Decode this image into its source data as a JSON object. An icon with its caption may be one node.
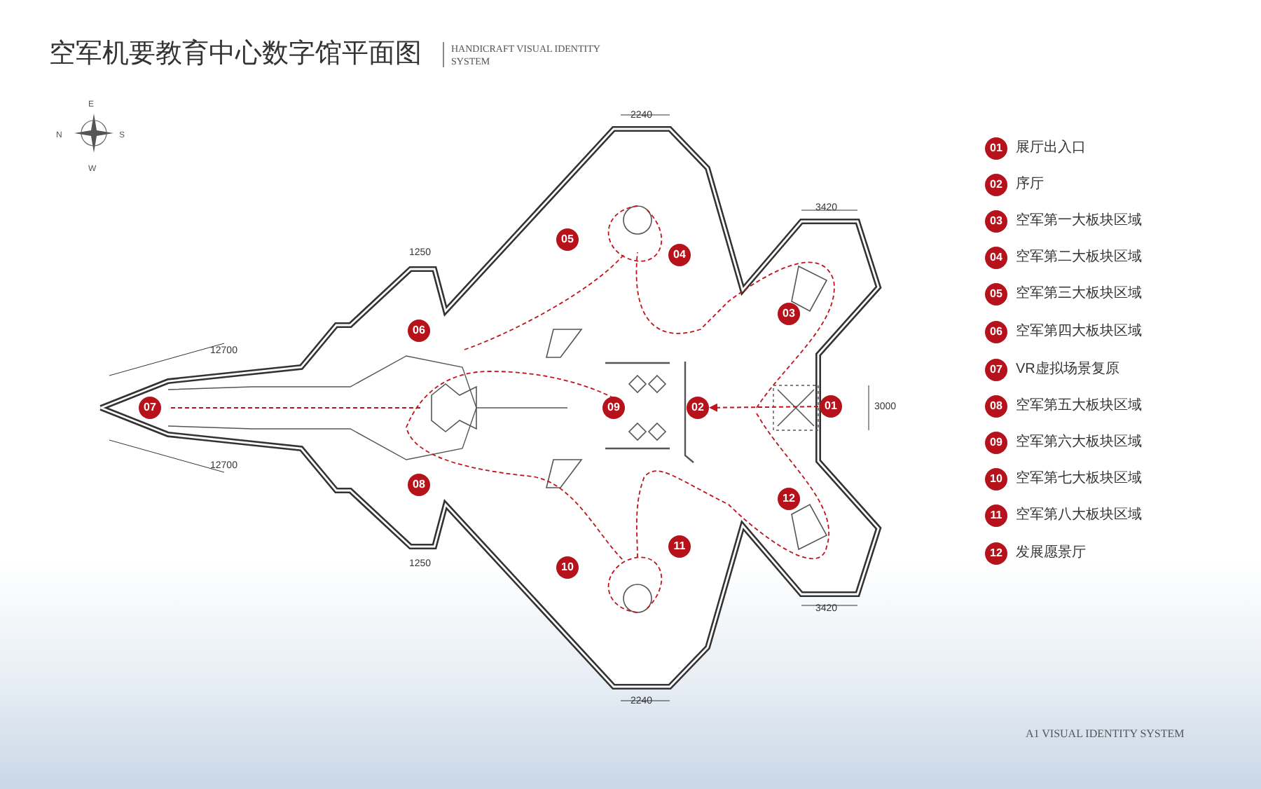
{
  "diagram": {
    "title": "空军机要教育中心数字馆平面图",
    "nodes": [
      {
        "text": [
          "01"
        ]
      },
      {
        "text": [
          "02"
        ]
      },
      {
        "text": [
          "03"
        ]
      },
      {
        "text": [
          "04"
        ]
      },
      {
        "text": [
          "05"
        ]
      },
      {
        "text": [
          "06"
        ]
      },
      {
        "text": [
          "07"
        ]
      },
      {
        "text": [
          "08"
        ]
      },
      {
        "text": [
          "09"
        ]
      },
      {
        "text": [
          "10"
        ]
      },
      {
        "text": [
          "11"
        ]
      },
      {
        "text": [
          "12"
        ]
      },
      {
        "text": [
          "01"
        ],
        "beside": [
          "展厅出入口"
        ]
      },
      {
        "text": [
          "02"
        ],
        "beside": [
          "序厅"
        ]
      },
      {
        "text": [
          "03"
        ],
        "beside": [
          "空军第一大板块区域"
        ]
      },
      {
        "text": [
          "04"
        ],
        "beside": [
          "空军第二大板块区域"
        ]
      },
      {
        "text": [
          "05"
        ],
        "beside": [
          "空军第三大板块区域"
        ]
      },
      {
        "text": [
          "06"
        ],
        "beside": [
          "空军第四大板块区域"
        ]
      },
      {
        "text": [
          "07"
        ],
        "beside": [
          "VR虚拟场景复原"
        ]
      },
      {
        "text": [
          "08"
        ],
        "beside": [
          "空军第五大板块区域"
        ]
      },
      {
        "text": [
          "09"
        ],
        "beside": [
          "空军第六大板块区域"
        ]
      },
      {
        "text": [
          "10"
        ],
        "beside": [
          "空军第七大板块区域"
        ]
      },
      {
        "text": [
          "11"
        ],
        "beside": [
          "空军第八大板块区域"
        ]
      },
      {
        "text": [
          "12"
        ],
        "beside": [
          "发展愿景厅"
        ]
      }
    ],
    "edges": [
      {
        "from": 0,
        "to": 1,
        "arrow": "to",
        "style": "dashed",
        "color": "#c0141c"
      }
    ],
    "labels": [
      "HANDICRAFT VISUAL IDENTITY SYSTEM",
      "E",
      "N",
      "S",
      "W",
      "12700",
      "1250",
      "2240",
      "3420",
      "3000",
      "3420",
      "2240",
      "1250",
      "12700",
      "A1 VISUAL IDENTITY SYSTEM"
    ]
  }
}
